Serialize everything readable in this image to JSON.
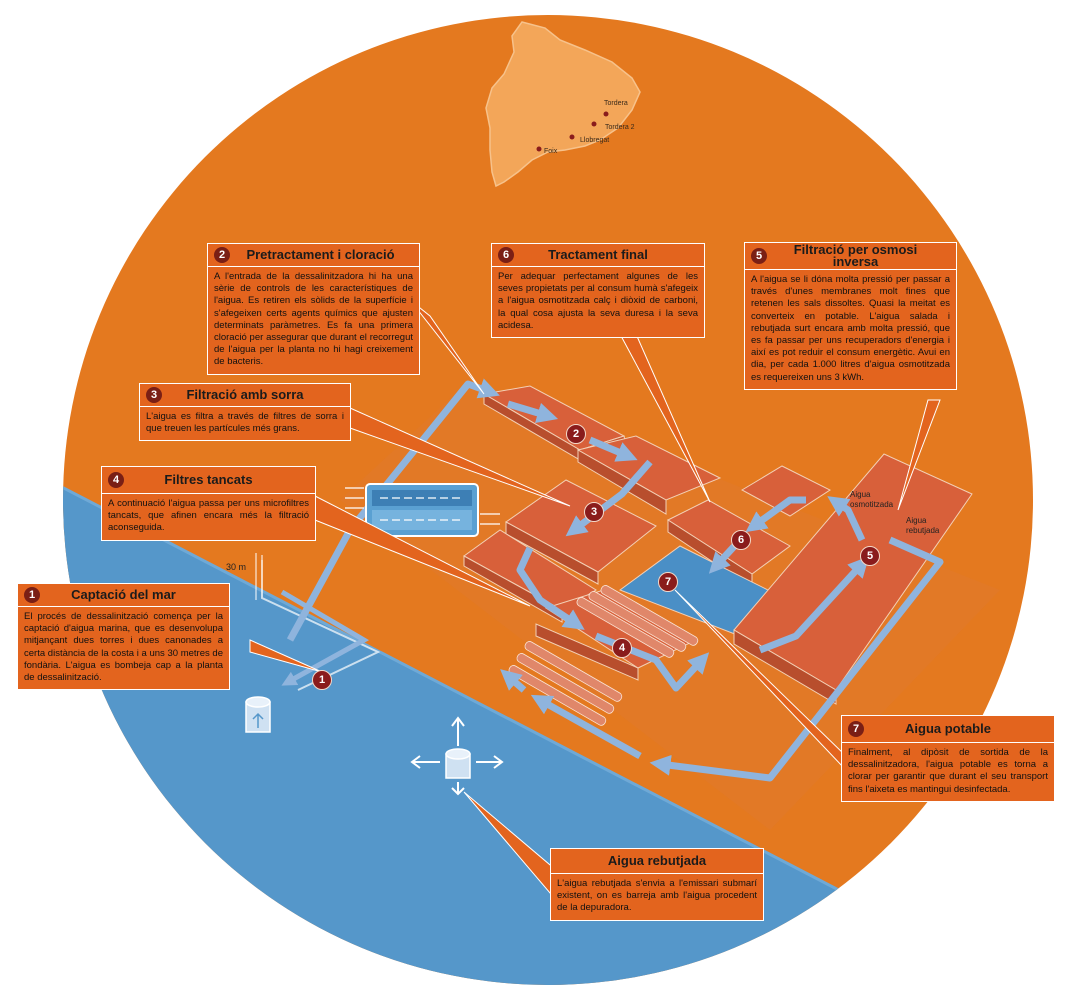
{
  "colors": {
    "sea": "#5597ca",
    "land": "#e4791f",
    "box": "#e3641e",
    "building": "#d8603a",
    "arrow": "#8fb4dd",
    "marker": "#8a1c1c",
    "map": "#f3a659"
  },
  "map": {
    "places": [
      {
        "label": "Tordera"
      },
      {
        "label": "Tordera 2"
      },
      {
        "label": "Llobregat"
      },
      {
        "label": "Foix"
      }
    ]
  },
  "depth_label": "30 m",
  "flow_labels": {
    "osmotized": "Aigua\nosmotitzada",
    "rejected": "Aigua\nrebutjada"
  },
  "markers": [
    "1",
    "2",
    "3",
    "4",
    "5",
    "6",
    "7"
  ],
  "steps": [
    {
      "number": "1",
      "title": "Captació del mar",
      "text": "El procés de dessalinització comença per la captació d'aigua marina, que es desenvolupa mitjançant dues torres i dues canonades a certa distància de la costa i a uns 30 metres de fondària. L'aigua es bombeja cap a la planta de dessalinització."
    },
    {
      "number": "2",
      "title": "Pretractament i cloració",
      "text": "A l'entrada de la dessalinitzadora hi ha una sèrie de controls de les característiques de l'aigua. Es retiren els sòlids de la superfície i s'afegeixen certs agents químics que ajusten determinats paràmetres. Es fa una primera cloració per assegurar que durant el recorregut de l'aigua per la planta no hi hagi creixement de bacteris."
    },
    {
      "number": "3",
      "title": "Filtració amb sorra",
      "text": "L'aigua es filtra a través de filtres de sorra i que treuen les partícules més grans."
    },
    {
      "number": "4",
      "title": "Filtres tancats",
      "text": "A continuació l'aigua passa per uns microfiltres tancats, que afinen encara més la filtració aconseguida."
    },
    {
      "number": "5",
      "title": "Filtració per osmosi inversa",
      "text": "A l'aigua se li dóna molta pressió per passar a través d'unes membranes molt fines que retenen les sals dissoltes. Quasi la meitat es converteix en potable. L'aigua salada i rebutjada surt encara amb molta pressió, que es fa passar per uns recuperadors d'energia i així es pot reduir el consum energètic. Avui en dia, per cada 1.000 litres d'aigua osmotitzada es requereixen uns 3 kWh."
    },
    {
      "number": "6",
      "title": "Tractament final",
      "text": "Per adequar perfectament algunes de les seves propietats per al consum humà s'afegeix a l'aigua osmotitzada calç i diòxid de carboni, la qual cosa ajusta la seva duresa i la seva acidesa."
    },
    {
      "number": "7",
      "title": "Aigua potable",
      "text": "Finalment, al dipòsit de sortida de la dessalinitzadora, l'aigua potable es torna a clorar per garantir que durant el seu transport fins l'aixeta es mantingui desinfectada."
    }
  ],
  "rejected_water": {
    "title": "Aigua rebutjada",
    "text": "L'aigua rebutjada s'envia a l'emissari submarí existent, on es barreja amb l'aigua procedent de la depuradora."
  }
}
